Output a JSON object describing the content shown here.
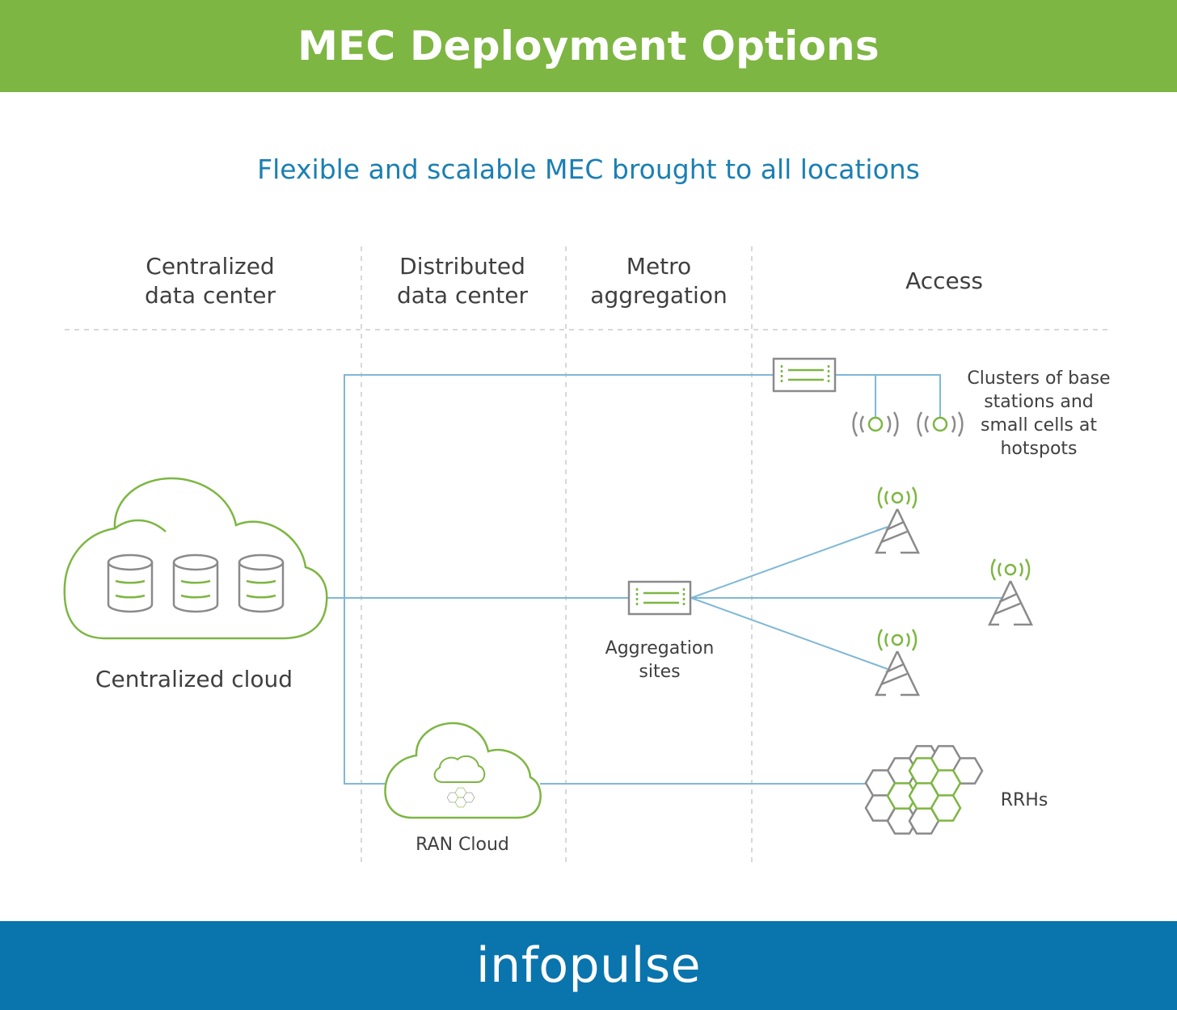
{
  "header": {
    "title": "MEC Deployment Options"
  },
  "subtitle": "Flexible and scalable MEC brought to all locations",
  "columns": [
    {
      "line1": "Centralized",
      "line2": "data center"
    },
    {
      "line1": "Distributed",
      "line2": "data center"
    },
    {
      "line1": "Metro",
      "line2": "aggregation"
    },
    {
      "label": "Access"
    }
  ],
  "labels": {
    "centralized_cloud": "Centralized cloud",
    "aggregation_sites_1": "Aggregation",
    "aggregation_sites_2": "sites",
    "ran_cloud": "RAN Cloud",
    "clusters": [
      "Clusters of base",
      "stations and",
      "small cells at",
      "hotspots"
    ],
    "rrhs": "RRHs"
  },
  "footer": {
    "brand": "infopulse"
  },
  "colors": {
    "green": "#7db642",
    "blue": "#0a74ad",
    "line": "#7fb8d6",
    "icon_gray": "#8a8a8a"
  },
  "icons": [
    "cloud-icon",
    "database-icon",
    "server-rack-icon",
    "antenna-signal-icon",
    "cell-tower-icon",
    "hexagon-grid-icon"
  ]
}
